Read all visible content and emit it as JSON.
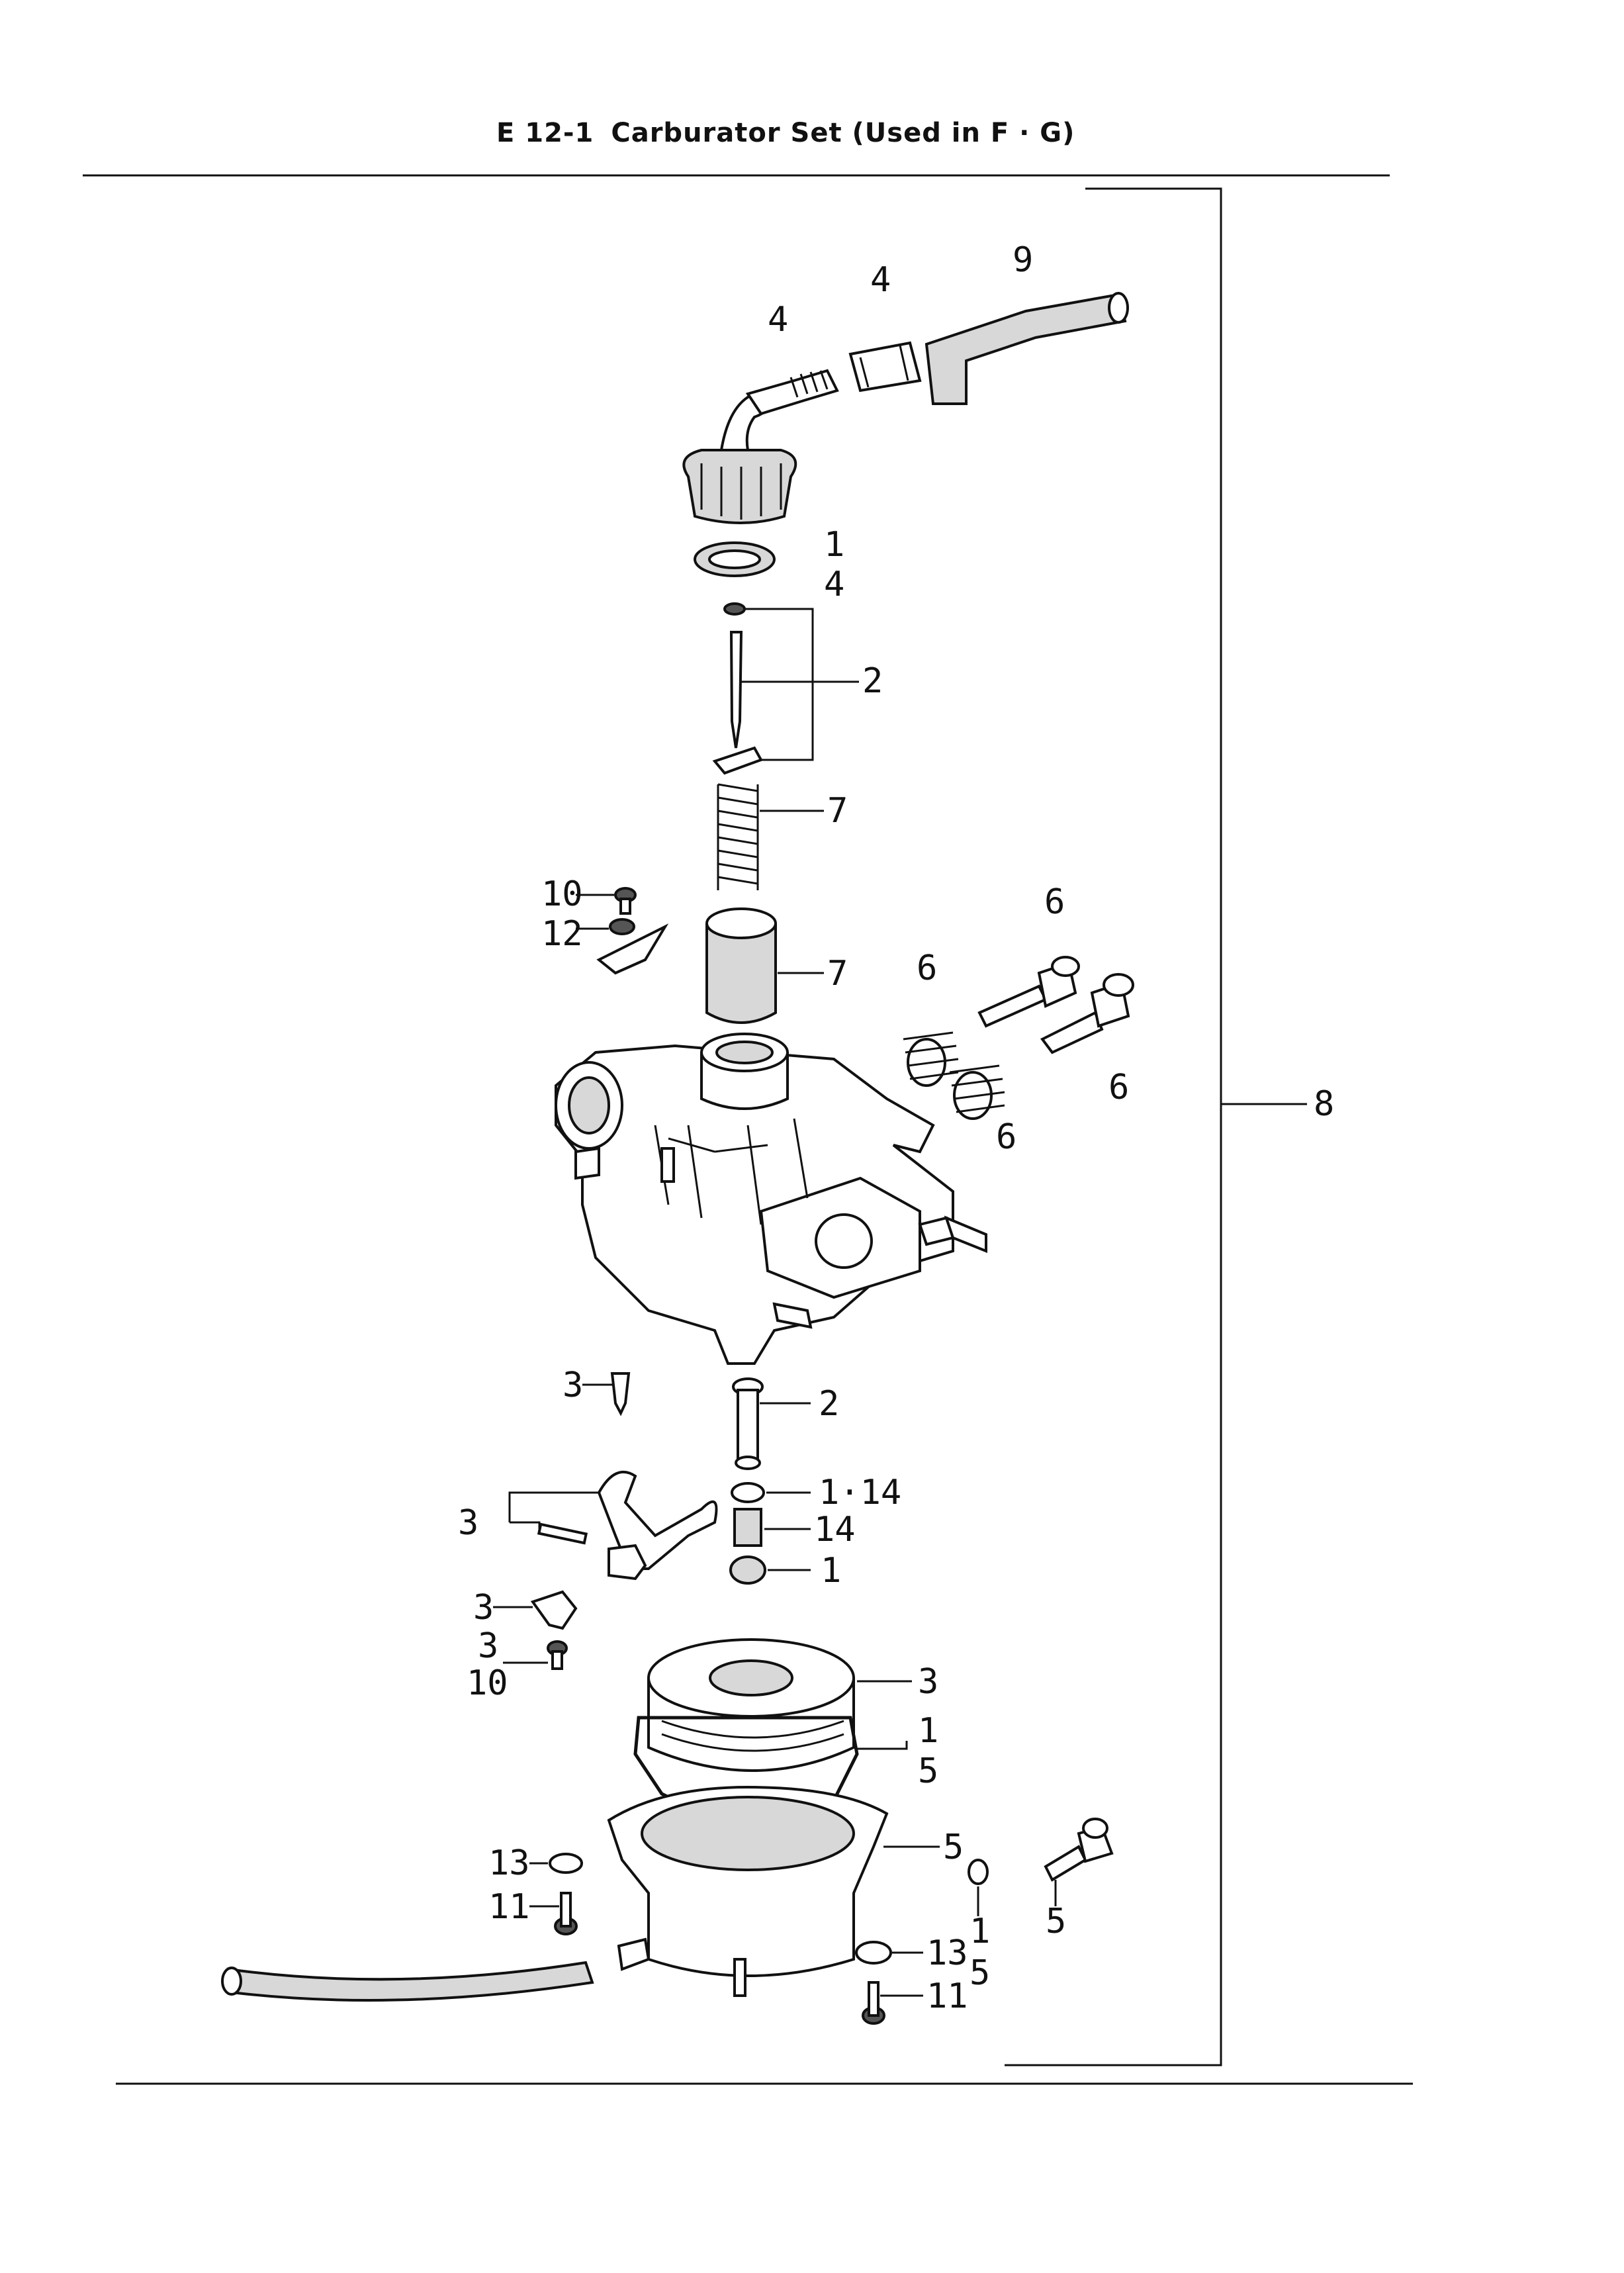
{
  "header": {
    "code": "E 12-1",
    "title": "Carburator Set (Used in F · G)"
  },
  "callouts": {
    "c4a": "4",
    "c4b": "4",
    "c9": "9",
    "c1a": "1",
    "c4c": "4",
    "c2a": "2",
    "c7a": "7",
    "c10a": "10",
    "c12": "12",
    "c7b": "7",
    "c6a": "6",
    "c6b": "6",
    "c6c": "6",
    "c6d": "6",
    "c8": "8",
    "c3a": "3",
    "c2b": "2",
    "c114": "1·14",
    "c3b": "3",
    "c14": "14",
    "c1b": "1",
    "c3c": "3",
    "c3d": "3",
    "c10b": "10",
    "c3e": "3",
    "c1c": "1",
    "c5a": "5",
    "c5b": "5",
    "c13a": "13",
    "c11a": "11",
    "c1d": "1",
    "c5c": "5",
    "c5d": "5",
    "c13b": "13",
    "c11b": "11"
  }
}
